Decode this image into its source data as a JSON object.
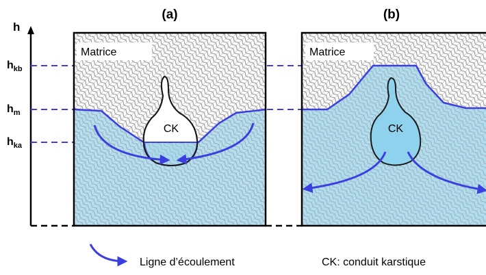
{
  "diagram": {
    "axis_label": "h",
    "levels": {
      "hkb": {
        "base": "h",
        "sub": "kb"
      },
      "hm": {
        "base": "h",
        "sub": "m"
      },
      "hka": {
        "base": "h",
        "sub": "ka"
      }
    },
    "panel_a": {
      "label": "(a)",
      "matrix_label": "Matrice",
      "conduit_label": "CK"
    },
    "panel_b": {
      "label": "(b)",
      "matrix_label": "Matrice",
      "conduit_label": "CK"
    },
    "legend": {
      "flow_line_label": "Ligne d’écoulement",
      "ck_definition": "CK: conduit karstique"
    },
    "colors": {
      "water": "#a9dcf0",
      "water_line": "#3b3fe0",
      "outline": "#000000",
      "hatch": "#7f7f7f"
    }
  }
}
